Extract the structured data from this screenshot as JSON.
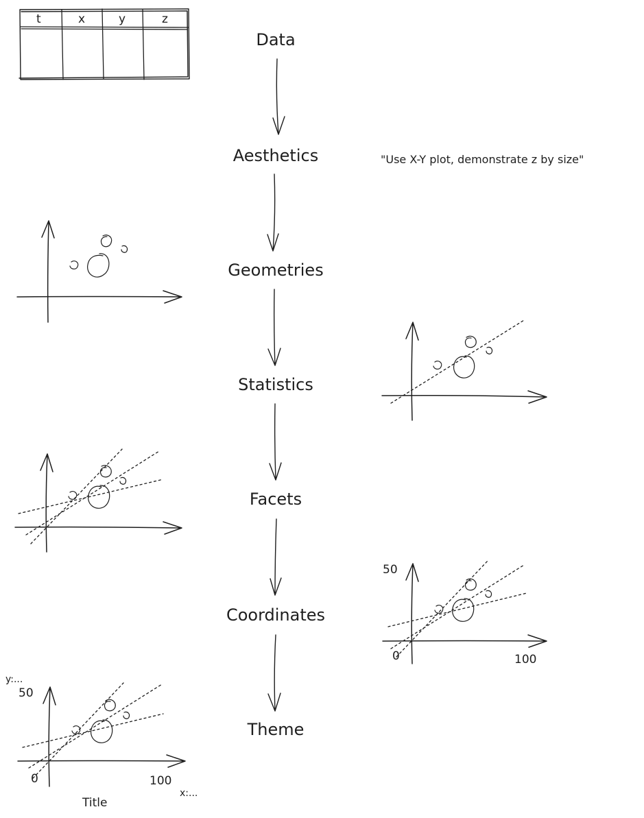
{
  "table": {
    "headers": [
      "t",
      "x",
      "y",
      "z"
    ]
  },
  "steps": [
    "Data",
    "Aesthetics",
    "Geometries",
    "Statistics",
    "Facets",
    "Coordinates",
    "Theme"
  ],
  "aesthetics_note": "\"Use X-Y plot, demonstrate z by size\"",
  "coordinates_plot": {
    "y_max": "50",
    "origin": "0",
    "x_max": "100"
  },
  "theme_plot": {
    "y_label": "y:...",
    "y_max": "50",
    "origin": "0",
    "x_max": "100",
    "x_label": "x:...",
    "title": "Title"
  },
  "colors": {
    "ink": "#1e1e1e",
    "red_fit": "#e03131",
    "teal_fit": "#0c8599",
    "blue_fit": "#5b4fc7"
  }
}
